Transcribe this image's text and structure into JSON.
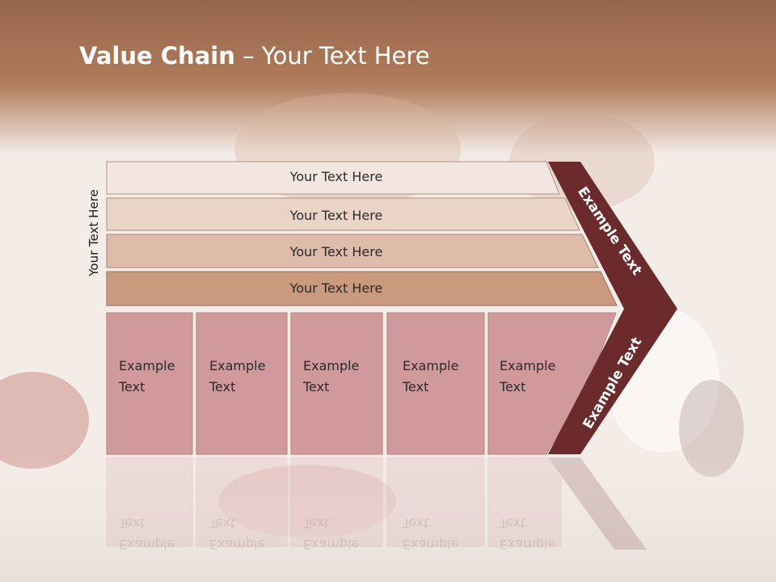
{
  "title": {
    "bold": "Value Chain",
    "rest": " – Your Text Here"
  },
  "side_label": "Your Text Here",
  "bars": [
    {
      "label": "Your Text Here",
      "color": "#f3e6e0"
    },
    {
      "label": "Your Text Here",
      "color": "#ead4c8"
    },
    {
      "label": "Your Text Here",
      "color": "#dfbcaa"
    },
    {
      "label": "Your Text Here",
      "color": "#c99a7e"
    }
  ],
  "boxes": [
    {
      "line1": "Example",
      "line2": "Text"
    },
    {
      "line1": "Example",
      "line2": "Text"
    },
    {
      "line1": "Example",
      "line2": "Text"
    },
    {
      "line1": "Example",
      "line2": "Text"
    },
    {
      "line1": "Example",
      "line2": "Text"
    }
  ],
  "arrow": {
    "upper_label": "Example Text",
    "lower_label": "Example Text",
    "color": "#6b2b2d"
  },
  "colors": {
    "header": "#b07657",
    "box": "#d09a9d",
    "box_border": "#b9807f"
  }
}
